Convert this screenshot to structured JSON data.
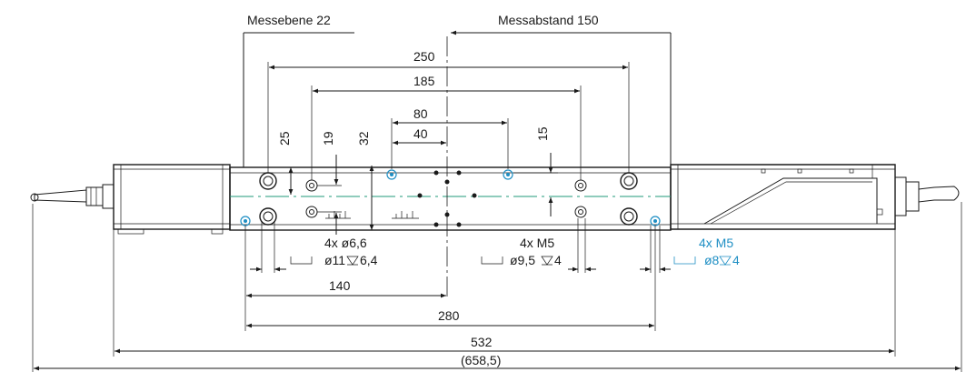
{
  "callouts": {
    "plane": "Messebene 22",
    "distance": "Messabstand 150"
  },
  "dims": {
    "d250": "250",
    "d185": "185",
    "d80": "80",
    "d40": "40",
    "d25": "25",
    "d19": "19",
    "d32": "32",
    "d15": "15",
    "d140": "140",
    "d280": "280",
    "d532": "532",
    "d658": "(658,5)"
  },
  "holes": {
    "left_count": "4x ø6,6",
    "left_cbore": "ø11",
    "left_depth": "6,4",
    "mid_count": "4x M5",
    "mid_cbore": "ø9,5",
    "mid_depth": "4",
    "right_count": "4x M5",
    "right_cbore": "ø8",
    "right_depth": "4"
  },
  "colors": {
    "line": "#1a1a1a",
    "accent": "#1f8fc4",
    "axis": "#1f9a7a"
  }
}
